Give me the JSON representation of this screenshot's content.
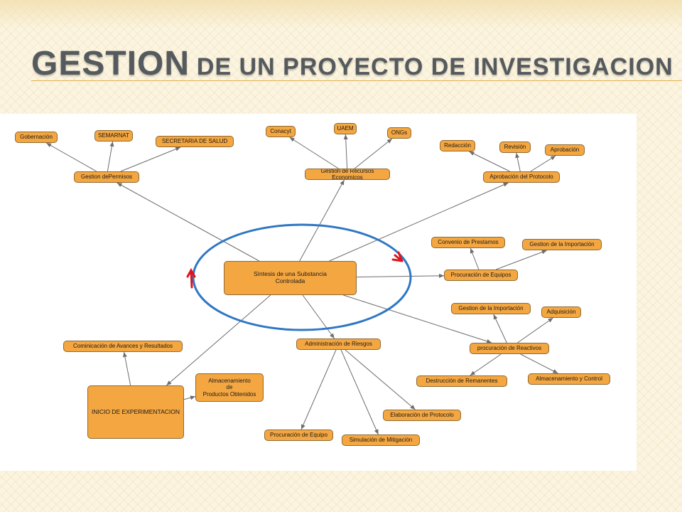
{
  "slide": {
    "title_lead": "Gestion",
    "title_rest": "de un Proyecto de Investigacion"
  },
  "colors": {
    "node_fill": "#f4a640",
    "node_border": "#8f6a35",
    "edge": "#6d6d6d",
    "ellipse": "#2f77c4",
    "cycle_arrow": "#e0141c",
    "title_rule": "#e0b24c"
  },
  "diagram": {
    "nodes": [
      {
        "id": "gobernacion",
        "label": "Gobernación"
      },
      {
        "id": "semarnat",
        "label": "SEMARNAT"
      },
      {
        "id": "secretaria_salud",
        "label": "SECRETARIA DE SALUD"
      },
      {
        "id": "gestion_permisos",
        "label": "Gestion dePermisos"
      },
      {
        "id": "conacyt",
        "label": "Conacyt"
      },
      {
        "id": "uaem",
        "label": "UAEM"
      },
      {
        "id": "ongs",
        "label": "ONGs"
      },
      {
        "id": "gestion_recursos",
        "label": "Gestion de Recursos Economicos"
      },
      {
        "id": "redaccion",
        "label": "Redacción"
      },
      {
        "id": "revision",
        "label": "Revisión"
      },
      {
        "id": "aprobacion",
        "label": "Aprobación"
      },
      {
        "id": "aprobacion_protocolo",
        "label": "Aprobación del Protocolo"
      },
      {
        "id": "convenio_prestamos",
        "label": "Convenio de Prestamos"
      },
      {
        "id": "gestion_importacion_1",
        "label": "Gestion de la Importación"
      },
      {
        "id": "sintesis",
        "label": "Síntesis de una Substancia\nControlada"
      },
      {
        "id": "procuracion_equipos",
        "label": "Procuración de Equipos"
      },
      {
        "id": "gestion_importacion_2",
        "label": "Gestion de la Importación"
      },
      {
        "id": "adquisicion",
        "label": "Adquisición"
      },
      {
        "id": "comunicacion",
        "label": "Cominicación de Avances y Resultados"
      },
      {
        "id": "administracion_riesgos",
        "label": "Administración de Riesgos"
      },
      {
        "id": "procuracion_reactivos",
        "label": "procuración de Reactivos"
      },
      {
        "id": "almacenamiento_productos",
        "label": "Almacenamiento\nde\nProductos Obtenidos"
      },
      {
        "id": "destruccion_remanentes",
        "label": "Destrucción de Remanentes"
      },
      {
        "id": "almacenamiento_control",
        "label": "Almacenamiento y Control"
      },
      {
        "id": "inicio_experimentacion",
        "label": "INICIO DE EXPERIMENTACION"
      },
      {
        "id": "elaboracion_protocolo",
        "label": "Elaboración de Protocolo"
      },
      {
        "id": "procuracion_equipo",
        "label": "Procuración de Equipo"
      },
      {
        "id": "simulacion_mitigacion",
        "label": "Simulación de Mitigación"
      }
    ],
    "edges": [
      {
        "from": "gestion_permisos",
        "to": "gobernacion"
      },
      {
        "from": "gestion_permisos",
        "to": "semarnat"
      },
      {
        "from": "gestion_permisos",
        "to": "secretaria_salud"
      },
      {
        "from": "gestion_recursos",
        "to": "conacyt"
      },
      {
        "from": "gestion_recursos",
        "to": "uaem"
      },
      {
        "from": "gestion_recursos",
        "to": "ongs"
      },
      {
        "from": "aprobacion_protocolo",
        "to": "redaccion"
      },
      {
        "from": "aprobacion_protocolo",
        "to": "revision"
      },
      {
        "from": "aprobacion_protocolo",
        "to": "aprobacion"
      },
      {
        "from": "sintesis",
        "to": "gestion_permisos"
      },
      {
        "from": "sintesis",
        "to": "gestion_recursos"
      },
      {
        "from": "sintesis",
        "to": "aprobacion_protocolo"
      },
      {
        "from": "sintesis",
        "to": "procuracion_equipos"
      },
      {
        "from": "procuracion_equipos",
        "to": "convenio_prestamos"
      },
      {
        "from": "procuracion_equipos",
        "to": "gestion_importacion_1"
      },
      {
        "from": "sintesis",
        "to": "procuracion_reactivos"
      },
      {
        "from": "procuracion_reactivos",
        "to": "gestion_importacion_2"
      },
      {
        "from": "procuracion_reactivos",
        "to": "adquisicion"
      },
      {
        "from": "procuracion_reactivos",
        "to": "destruccion_remanentes"
      },
      {
        "from": "procuracion_reactivos",
        "to": "almacenamiento_control"
      },
      {
        "from": "sintesis",
        "to": "administracion_riesgos"
      },
      {
        "from": "administracion_riesgos",
        "to": "elaboracion_protocolo"
      },
      {
        "from": "administracion_riesgos",
        "to": "procuracion_equipo"
      },
      {
        "from": "administracion_riesgos",
        "to": "simulacion_mitigacion"
      },
      {
        "from": "sintesis",
        "to": "inicio_experimentacion"
      },
      {
        "from": "inicio_experimentacion",
        "to": "comunicacion"
      },
      {
        "from": "inicio_experimentacion",
        "to": "almacenamiento_productos"
      }
    ]
  }
}
